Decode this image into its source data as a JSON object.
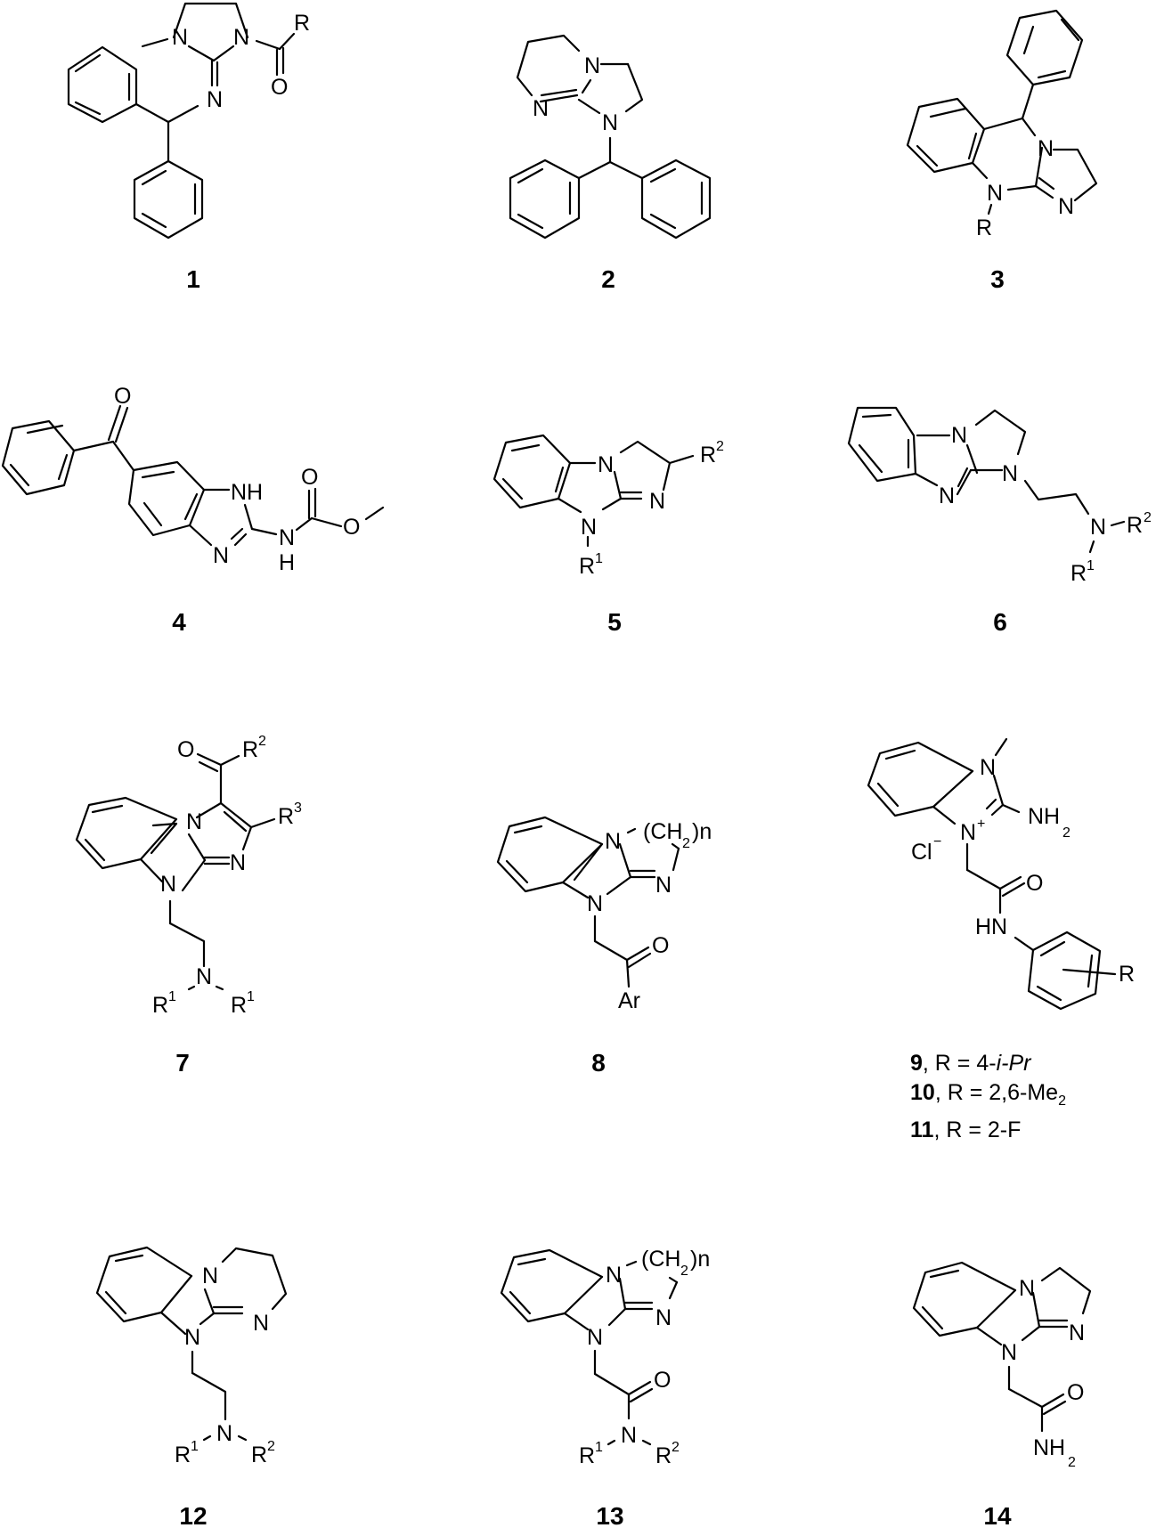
{
  "figure": {
    "type": "chemical-structure-panel",
    "layout": {
      "rows": 5,
      "columns": 3
    }
  },
  "compounds": [
    {
      "id": "1",
      "label": "1",
      "atoms": [
        "N",
        "N",
        "N",
        "O",
        "R"
      ],
      "description": "1-acyl-3-methyl-2-(benzhydrylimino)imidazolidine"
    },
    {
      "id": "2",
      "label": "2",
      "atoms": [
        "N",
        "N",
        "N"
      ],
      "description": "1-benzhydryl tetrahydroimidazo[1,2-a]pyrimidine"
    },
    {
      "id": "3",
      "label": "3",
      "atoms": [
        "N",
        "N",
        "N",
        "R"
      ],
      "description": "5-phenyl dihydroimidazo[2,1-b]quinazoline, N-R"
    },
    {
      "id": "4",
      "label": "4",
      "atoms": [
        "O",
        "NH",
        "N",
        "N",
        "H",
        "O",
        "O"
      ],
      "description": "mebendazole (methyl benzimidazol-2-yl carbamate)"
    },
    {
      "id": "5",
      "label": "5",
      "atoms": [
        "N",
        "N",
        "N",
        "R1",
        "R2"
      ],
      "description": "dihydroimidazo[1,2-a]benzimidazole with R1, R2"
    },
    {
      "id": "6",
      "label": "6",
      "atoms": [
        "N",
        "N",
        "N",
        "N",
        "R1",
        "R2"
      ],
      "description": "N1-(2-aminoethyl) dihydroimidazo[1,2-a]benzimidazole"
    },
    {
      "id": "7",
      "label": "7",
      "atoms": [
        "O",
        "R2",
        "R3",
        "N",
        "N",
        "N",
        "N",
        "R1",
        "R1"
      ],
      "description": "3-acyl imidazo[1,2-a]benzimidazole with aminoethyl"
    },
    {
      "id": "8",
      "label": "8",
      "atoms": [
        "N",
        "N",
        "N",
        "(CH2)n",
        "O",
        "Ar"
      ],
      "description": "N-aroylmethyl fused benzimidazole"
    },
    {
      "id": "9",
      "label": "9",
      "atoms": [
        "N",
        "N+",
        "NH2",
        "Cl-",
        "O",
        "HN",
        "R"
      ],
      "description": "2-aminobenzimidazolium chloride anilide"
    },
    {
      "id": "12",
      "label": "12",
      "atoms": [
        "N",
        "N",
        "N",
        "N",
        "R1",
        "R2"
      ],
      "description": "tetrahydropyrimido[1,2-a]benzimidazole with aminoethyl"
    },
    {
      "id": "13",
      "label": "13",
      "atoms": [
        "N",
        "N",
        "N",
        "(CH2)n",
        "O",
        "N",
        "R1",
        "R2"
      ],
      "description": "fused benzimidazole acetamide N-R1R2"
    },
    {
      "id": "14",
      "label": "14",
      "atoms": [
        "N",
        "N",
        "N",
        "O",
        "NH2"
      ],
      "description": "dihydroimidazo[1,2-a]benzimidazole acetamide"
    }
  ],
  "labels": {
    "c1": "1",
    "c2": "2",
    "c3": "3",
    "c4": "4",
    "c5": "5",
    "c6": "6",
    "c7": "7",
    "c8": "8",
    "c12": "12",
    "c13": "13",
    "c14": "14"
  },
  "substituent_table": [
    {
      "compound": "9",
      "sep": ", R = ",
      "prefix": "4-",
      "italic": "i-Pr",
      "suffix": "",
      "sub": ""
    },
    {
      "compound": "10",
      "sep": ", R = ",
      "prefix": "2,6-Me",
      "italic": "",
      "suffix": "",
      "sub": "2"
    },
    {
      "compound": "11",
      "sep": ", R = ",
      "prefix": "2-F",
      "italic": "",
      "suffix": "",
      "sub": ""
    }
  ],
  "atom_text": {
    "N": "N",
    "O": "O",
    "R": "R",
    "H": "H",
    "NH": "NH",
    "HN": "HN",
    "NH2": "NH",
    "two": "2",
    "Ar": "Ar",
    "Cl": "Cl",
    "minus": "−",
    "plus": "+",
    "CH2n_open": "(CH",
    "CH2n_close": ")n",
    "one": "1",
    "three": "3"
  }
}
